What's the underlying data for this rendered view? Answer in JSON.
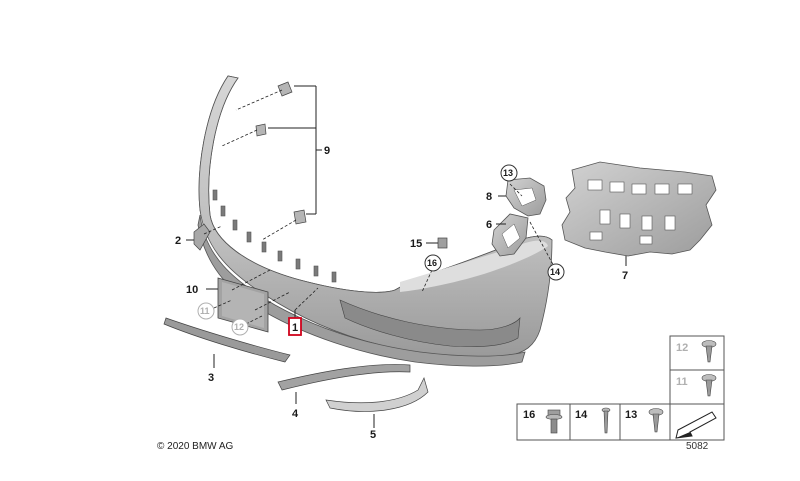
{
  "copyright": "© 2020 BMW AG",
  "doc_number": "5082",
  "colors": {
    "part_fill": "#c7c7c7",
    "part_shadow": "#8e8e8e",
    "selected_box": "#d0021b",
    "grey_label": "#b0b0b0"
  },
  "callouts": {
    "c1": "1",
    "c2": "2",
    "c3": "3",
    "c4": "4",
    "c5": "5",
    "c6": "6",
    "c7": "7",
    "c8": "8",
    "c9": "9",
    "c10": "10",
    "c11": "11",
    "c12": "12",
    "c13": "13",
    "c14": "14",
    "c15": "15",
    "c16": "16"
  },
  "legend": {
    "l12": "12",
    "l11": "11",
    "l16": "16",
    "l14": "14",
    "l13": "13"
  }
}
